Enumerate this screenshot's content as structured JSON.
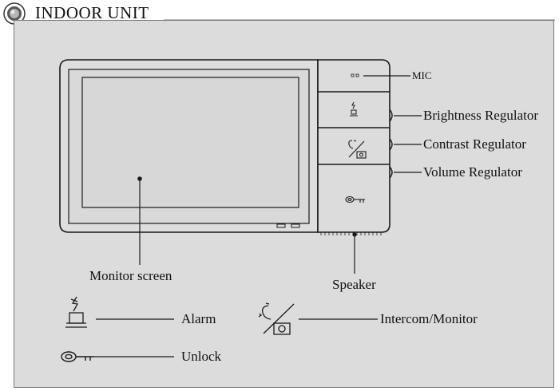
{
  "title": "INDOOR UNIT",
  "callouts": {
    "mic": "MIC",
    "brightness": "Brightness Regulator",
    "contrast": "Contrast Regulator",
    "volume": "Volume Regulator",
    "monitor_screen": "Monitor screen",
    "speaker": "Speaker"
  },
  "legend": {
    "alarm": "Alarm",
    "intercom": "Intercom/Monitor",
    "unlock": "Unlock"
  },
  "colors": {
    "panel_bg": "#dcdcdc",
    "line": "#1a1a1a"
  },
  "icons": [
    "bullet-circle-icon",
    "alarm-icon",
    "intercom-monitor-icon",
    "key-icon"
  ]
}
